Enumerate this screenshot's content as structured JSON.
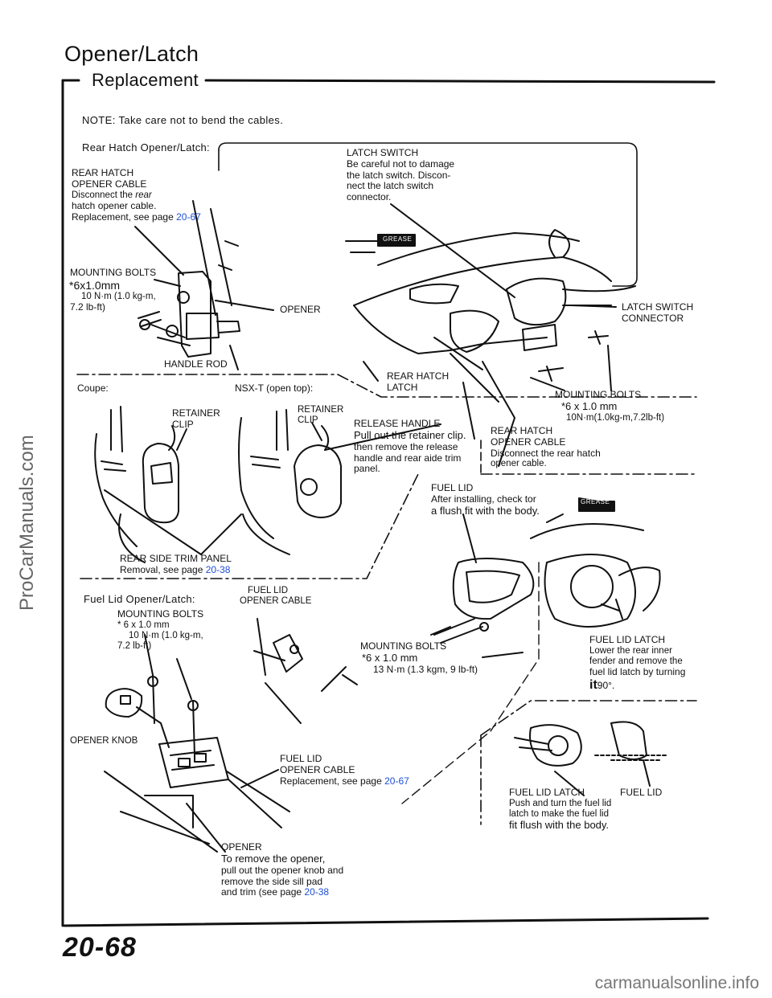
{
  "header": {
    "title": "Opener/Latch",
    "section": "Replacement"
  },
  "note": "NOTE: Take care not to bend the cables.",
  "rear_hatch": {
    "heading": "Rear Hatch Opener/Latch:",
    "cable": {
      "line1": "REAR HATCH",
      "line2": "OPENER CABLE",
      "line3": "Disconnect the",
      "line3b": "rear",
      "line4": "hatch opener cable.",
      "line5": "Replacement, see page ",
      "link": "20-67"
    },
    "latch_switch": {
      "line1": "LATCH SWITCH",
      "line2": "Be careful not to damage",
      "line3": "the latch switch. Discon-",
      "line4": "nect the latch switch",
      "line5": "connector."
    },
    "mounting_bolts": {
      "line1": "MOUNTING BOLTS",
      "line2": "*6x1.0mm",
      "line3": "10 N·m (1.0 kg-m,",
      "line4": "7.2 lb-ft)"
    },
    "opener": "OPENER",
    "handle_rod": "HANDLE ROD",
    "latch_switch_connector": {
      "line1": "LATCH SWITCH",
      "line2": "CONNECTOR"
    },
    "latch": {
      "line1": "REAR HATCH",
      "line2": "LATCH"
    },
    "mounting_bolts_right": {
      "line1": "MOUNTING BOLTS",
      "line2": "*6 x 1.0 mm",
      "line3": "10N·m(1.0kg-m,7.2lb-ft)"
    },
    "cable_right": {
      "line1": "REAR HATCH",
      "line2": "OPENER CABLE",
      "line3": "Disconnect the rear hatch",
      "line4": "opener cable."
    }
  },
  "trim": {
    "coupe": "Coupe:",
    "nsx_t": "NSX-T (open top):",
    "retainer_clip_1": {
      "line1": "RETAINER",
      "line2": "CLIP"
    },
    "retainer_clip_2": {
      "line1": "RETAINER",
      "line2": "CLIP"
    },
    "release_handle": {
      "line1": "RELEASE HANDLE",
      "line2": "Pull out the retainer clip.",
      "line3": "then remove the release",
      "line4": "handle and rear aide trim",
      "line5": "panel."
    },
    "side_trim": {
      "line1": "REAR SIDE TRIM PANEL",
      "line2": "Removal, see page ",
      "link": "20-38"
    }
  },
  "fuel_lid": {
    "note": {
      "line1": "FUEL LID",
      "line2": "After installing, check tor",
      "line3": "a flush fit with the body."
    },
    "heading": "Fuel Lid Opener/Latch:",
    "cable_top": {
      "line1": "FUEL LID",
      "line2": "OPENER CABLE"
    },
    "mounting_bolts_left": {
      "line1": "MOUNTING BOLTS",
      "line2": "6 x 1.0 mm",
      "line3": "10 N·m (1.0 kg-m,",
      "line4": "7.2 lb-ft)"
    },
    "mounting_bolts_mid": {
      "line1": "MOUNTING BOLTS",
      "line2": "*6 x 1.0 mm",
      "line3": "13 N·m (1.3 kgm, 9 lb-ft)"
    },
    "latch_remove": {
      "line1": "FUEL LID LATCH",
      "line2": "Lower the rear inner",
      "line3": "fender and remove the",
      "line4": "fuel lid latch by turning",
      "line5a": "it",
      "line5b": "90°."
    },
    "opener_knob": "OPENER KNOB",
    "cable_bottom": {
      "line1": "FUEL LID",
      "line2": "OPENER CABLE",
      "line3": "Replacement, see page ",
      "link": "20-67"
    },
    "latch_install": {
      "line1": "FUEL LID LATCH",
      "line1b": "FUEL LID",
      "line2": "Push and turn the fuel lid",
      "line3": "latch to make the fuel lid",
      "line4": "fit flush with the body."
    },
    "opener": {
      "line1": "OPENER",
      "line2": "To remove the opener,",
      "line3": "pull out the opener knob and",
      "line4": "remove the side sill pad",
      "line5": "and trim (see page ",
      "link": "20-38"
    }
  },
  "grease_tag": "GREASE",
  "page_number": "20-68",
  "watermark_left": "ProCarManuals.com",
  "watermark_bottom": "carmanualsonline.info"
}
